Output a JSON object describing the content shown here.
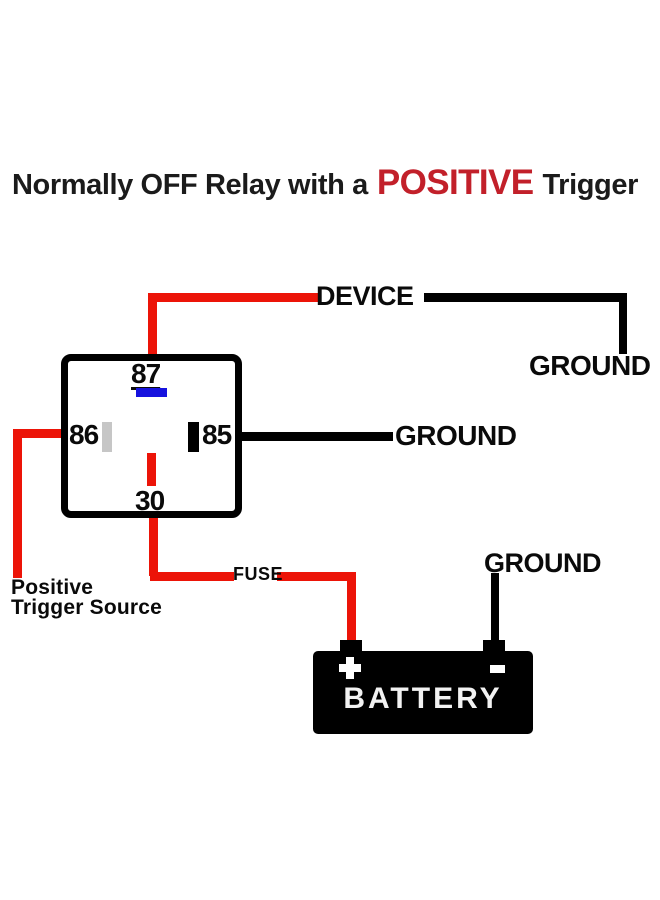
{
  "title": {
    "prefix": "Normally OFF Relay with a",
    "highlight": "POSITIVE",
    "suffix": "Trigger"
  },
  "relay": {
    "pin_top": "87",
    "pin_left": "86",
    "pin_right": "85",
    "pin_bottom": "30"
  },
  "labels": {
    "device": "DEVICE",
    "ground_device": "GROUND",
    "ground_relay": "GROUND",
    "ground_battery": "GROUND",
    "fuse": "FUSE",
    "trigger_line1": "Positive",
    "trigger_line2": "Trigger Source"
  },
  "battery": {
    "label": "BATTERY",
    "positive_terminal": "+",
    "negative_terminal": "-"
  },
  "colors": {
    "wire_red": "#ec1408",
    "wire_black": "#000000",
    "highlight_red": "#c2202a",
    "coil_blue": "#1612de",
    "pin_gray": "#c6c6c6"
  }
}
